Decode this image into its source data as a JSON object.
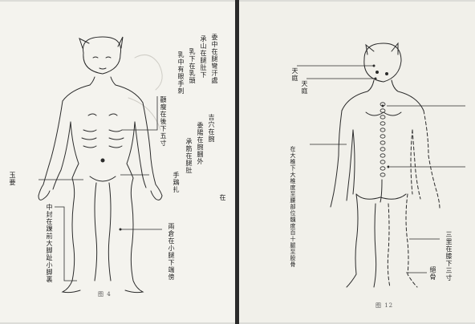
{
  "left_page": {
    "caption": "图 4",
    "labels": {
      "jingqiao": "顴瘦在後下五寸",
      "yuyao": "玉要",
      "shouji": "手鶏扎",
      "zhongfeng": "中封在踝前大脚趾小脚裏",
      "liangcang": "兩倉在小腿下端傍",
      "top_col1": "委中在腿彎汗處",
      "top_col2": "承山在腿肚下",
      "top_col3": "乳下在乳頭",
      "top_col4": "乳中有眼手刺",
      "top_col5": "吉穴在腕",
      "top_col6": "委陽在腕膕外",
      "top_col7": "承筋在腿肚",
      "top_col8": "在"
    }
  },
  "right_page": {
    "caption": "图 12",
    "labels": {
      "tianting": "天庭",
      "tianting2": "天庭",
      "back_label": "在大椎下大椎度至腰部位髓度百十腿至股骨",
      "sanli": "三里在膝下三寸",
      "juegu": "絕骨"
    }
  }
}
